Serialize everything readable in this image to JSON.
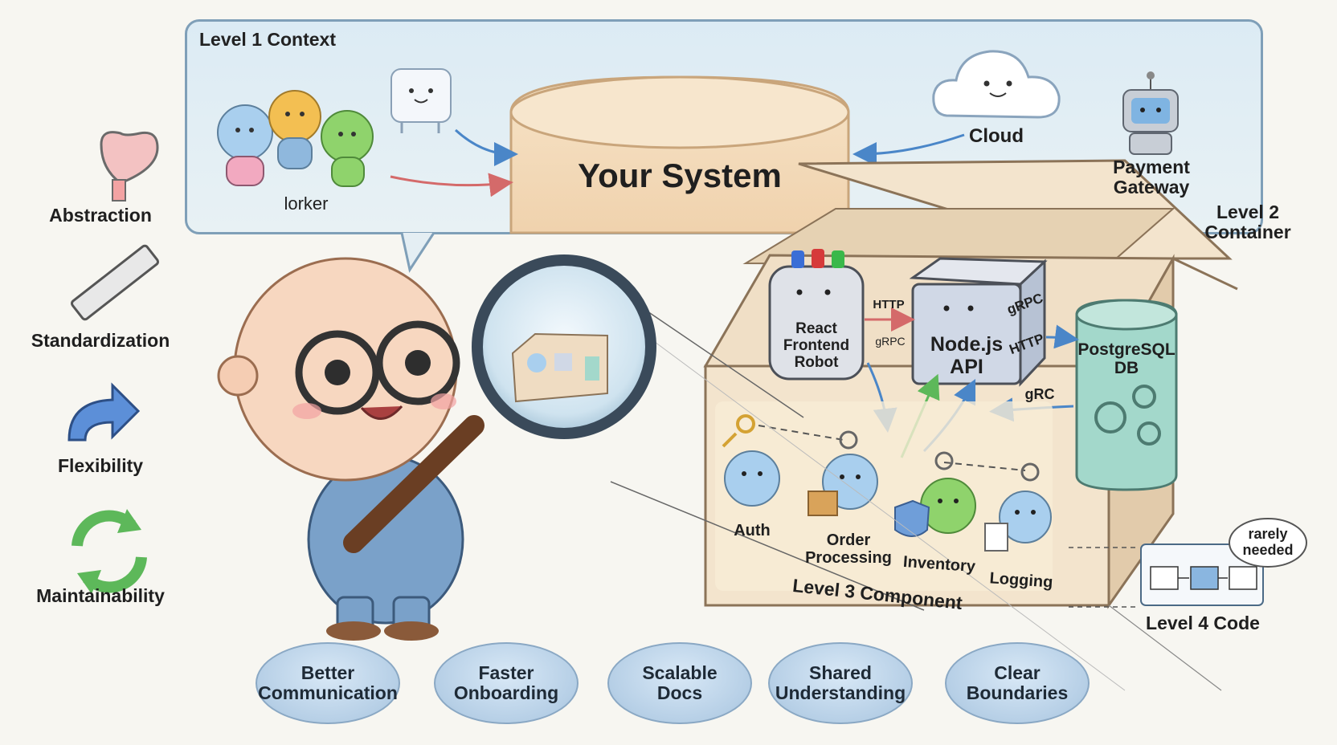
{
  "context": {
    "title": "Level 1  Context",
    "system_label": "Your System",
    "users_label": "lorker",
    "cloud_label": "Cloud",
    "payment_label": "Payment\nGateway"
  },
  "container": {
    "title": "Level 2\nContainer",
    "react_label": "React\nFrontend\nRobot",
    "node_label": "Node.js\nAPI",
    "db_label": "PostgreSQL\nDB",
    "http_label": "HTTP",
    "grpc_label_1": "gRPC",
    "grpc_label_2": "gRPC",
    "http_label_2": "HTTP",
    "grc_label": "gRC"
  },
  "component": {
    "title": "Level 3 Component",
    "items": [
      "Auth",
      "Order\nProcessing",
      "Inventory",
      "Logging"
    ]
  },
  "code": {
    "title": "Level 4 Code",
    "note": "rarely\nneeded"
  },
  "principles": [
    {
      "label": "Abstraction",
      "icon": "heart-shield-icon"
    },
    {
      "label": "Standardization",
      "icon": "ruler-icon"
    },
    {
      "label": "Flexibility",
      "icon": "curved-arrow-icon"
    },
    {
      "label": "Maintainability",
      "icon": "refresh-icon"
    }
  ],
  "benefits": [
    "Better\nCommunication",
    "Faster\nOnboarding",
    "Scalable\nDocs",
    "Shared\nUnderstanding",
    "Clear\nBoundaries"
  ],
  "colors": {
    "panel_border": "#7f9fb8",
    "panel_fill": "#dcebf4",
    "system_fill": "#f4dcbc",
    "box_fill": "#efdcc2",
    "db_fill": "#9fd6c8",
    "arrow_blue": "#4a86c8",
    "arrow_red": "#d46a6a",
    "arrow_green": "#5db85a"
  }
}
